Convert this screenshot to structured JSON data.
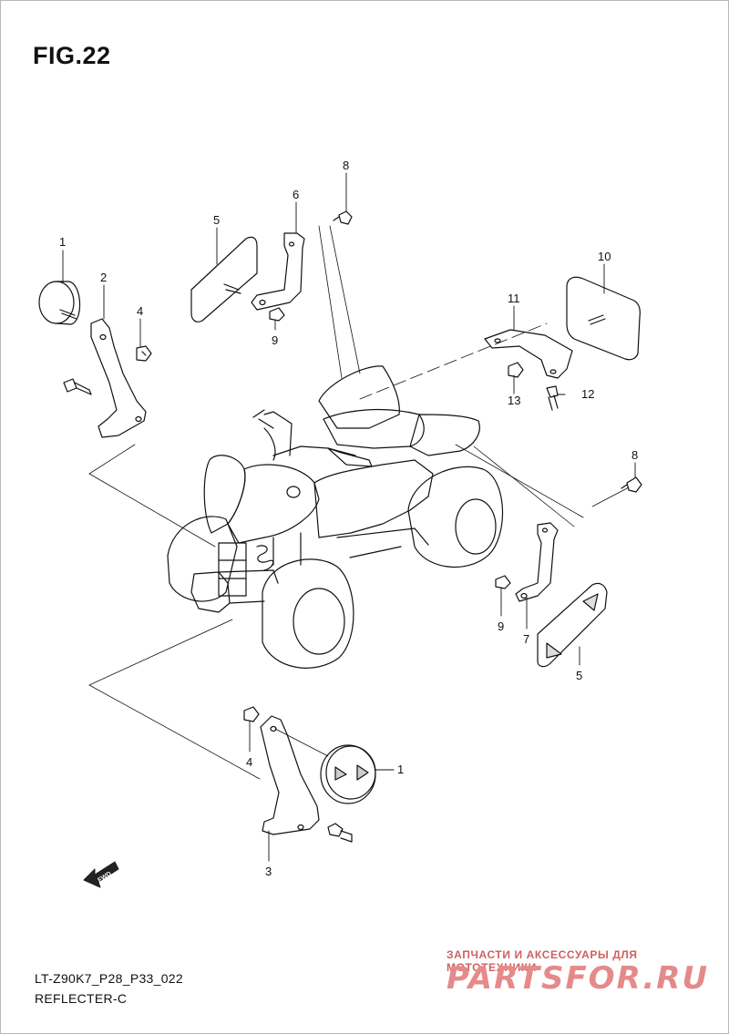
{
  "figure_title": "FIG.22",
  "footer": {
    "model_code": "LT-Z90K7_P28_P33_022",
    "section_name": "REFLECTER-C"
  },
  "watermark": {
    "tagline": "ЗАПЧАСТИ И АКСЕССУАРЫ ДЛЯ МОТОТЕХНИКИ",
    "brand": "PARTSFOR.RU"
  },
  "direction_marker": "FWD",
  "callouts": [
    {
      "id": "c1a",
      "label": "1"
    },
    {
      "id": "c2",
      "label": "2"
    },
    {
      "id": "c4a",
      "label": "4"
    },
    {
      "id": "c5a",
      "label": "5"
    },
    {
      "id": "c6",
      "label": "6"
    },
    {
      "id": "c8a",
      "label": "8"
    },
    {
      "id": "c9a",
      "label": "9"
    },
    {
      "id": "c10",
      "label": "10"
    },
    {
      "id": "c11",
      "label": "11"
    },
    {
      "id": "c12",
      "label": "12"
    },
    {
      "id": "c13",
      "label": "13"
    },
    {
      "id": "c8b",
      "label": "8"
    },
    {
      "id": "c9b",
      "label": "9"
    },
    {
      "id": "c7",
      "label": "7"
    },
    {
      "id": "c5b",
      "label": "5"
    },
    {
      "id": "c4b",
      "label": "4"
    },
    {
      "id": "c1b",
      "label": "1"
    },
    {
      "id": "c3",
      "label": "3"
    }
  ]
}
